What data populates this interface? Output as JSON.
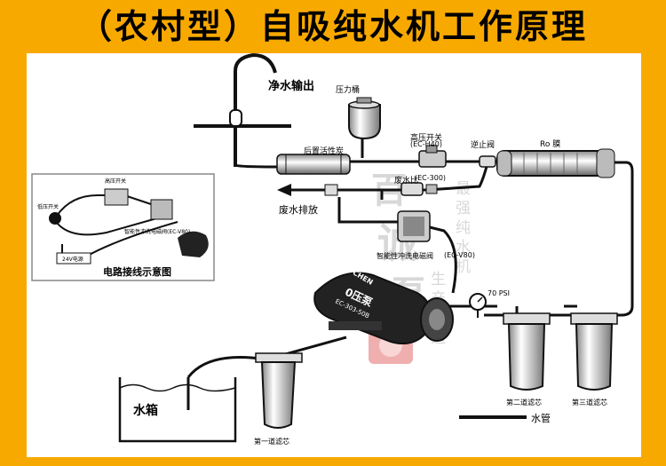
{
  "title": "（农村型）自吸纯水机工作原理",
  "labels": {
    "pure_water_out": "净水输出",
    "pressure_tank": "压力桶",
    "post_carbon": "后置活性炭",
    "high_pressure_switch": "高压开关",
    "high_pressure_switch_model": "(EC-H40)",
    "check_valve": "逆止阀",
    "ro_membrane": "Ro 膜",
    "waste_ratio": "废水比",
    "waste_ratio_model": "(EC-300)",
    "waste_drain": "废水排放",
    "flush_valve": "智能性冲洗电磁阀",
    "flush_valve_model": "(EC-V80)",
    "pump_brand": "E-CHEN",
    "pump_name": "0压泵",
    "pump_model": "EC-303-50B",
    "gauge": "70 PSI",
    "water_tank": "水箱",
    "first_filter": "第一道滤芯",
    "second_filter": "第二道滤芯",
    "third_filter": "第三道滤芯",
    "water_pipe": "水管",
    "wiring_caption": "电路接线示意图",
    "inset_hp_switch": "高压开关",
    "inset_lp_switch": "低压开关",
    "inset_valve": "智能性冲洗电磁阀(EC-V80)",
    "inset_psu": "24V电源",
    "watermark_right": "最强纯水机生产制造公司"
  },
  "colors": {
    "background": "#f8a900",
    "panel": "#ffffff",
    "pipe": "#111111"
  }
}
